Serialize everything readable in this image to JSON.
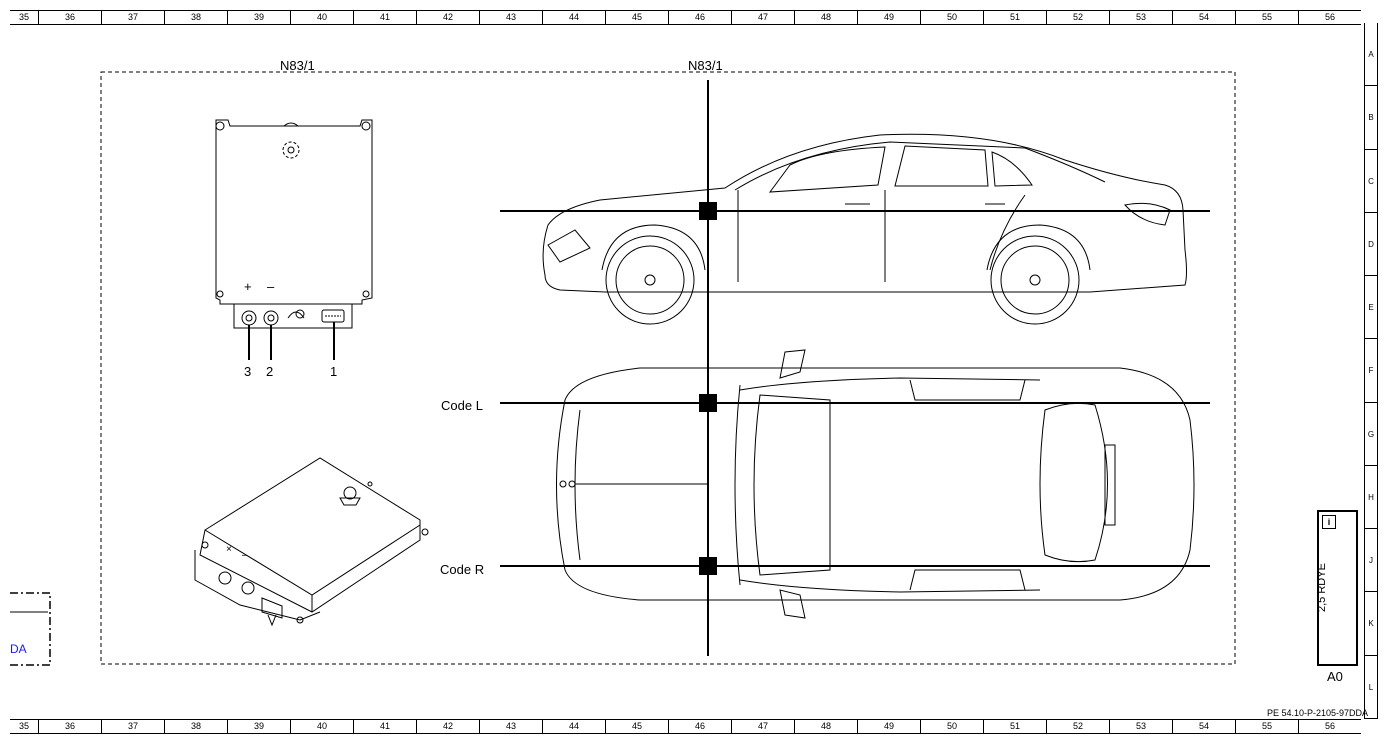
{
  "ruler": {
    "columns": [
      "35",
      "36",
      "37",
      "38",
      "39",
      "40",
      "41",
      "42",
      "43",
      "44",
      "45",
      "46",
      "47",
      "48",
      "49",
      "50",
      "51",
      "52",
      "53",
      "54",
      "55",
      "56"
    ],
    "rows": [
      "A",
      "B",
      "C",
      "D",
      "E",
      "F",
      "G",
      "H",
      "J",
      "K",
      "L"
    ]
  },
  "component": {
    "label_left": "N83/1",
    "label_center": "N83/1",
    "plus": "+",
    "minus": "–",
    "pins": [
      "3",
      "2",
      "1"
    ]
  },
  "codes": {
    "code_l": "Code L",
    "code_r": "Code R"
  },
  "legend": {
    "wire": "2,5 RDYE",
    "info_icon_glyph": "i",
    "area": "A0"
  },
  "partial_ref": "DA",
  "doc_number": "PE 54.10-P-2105-97DDA"
}
